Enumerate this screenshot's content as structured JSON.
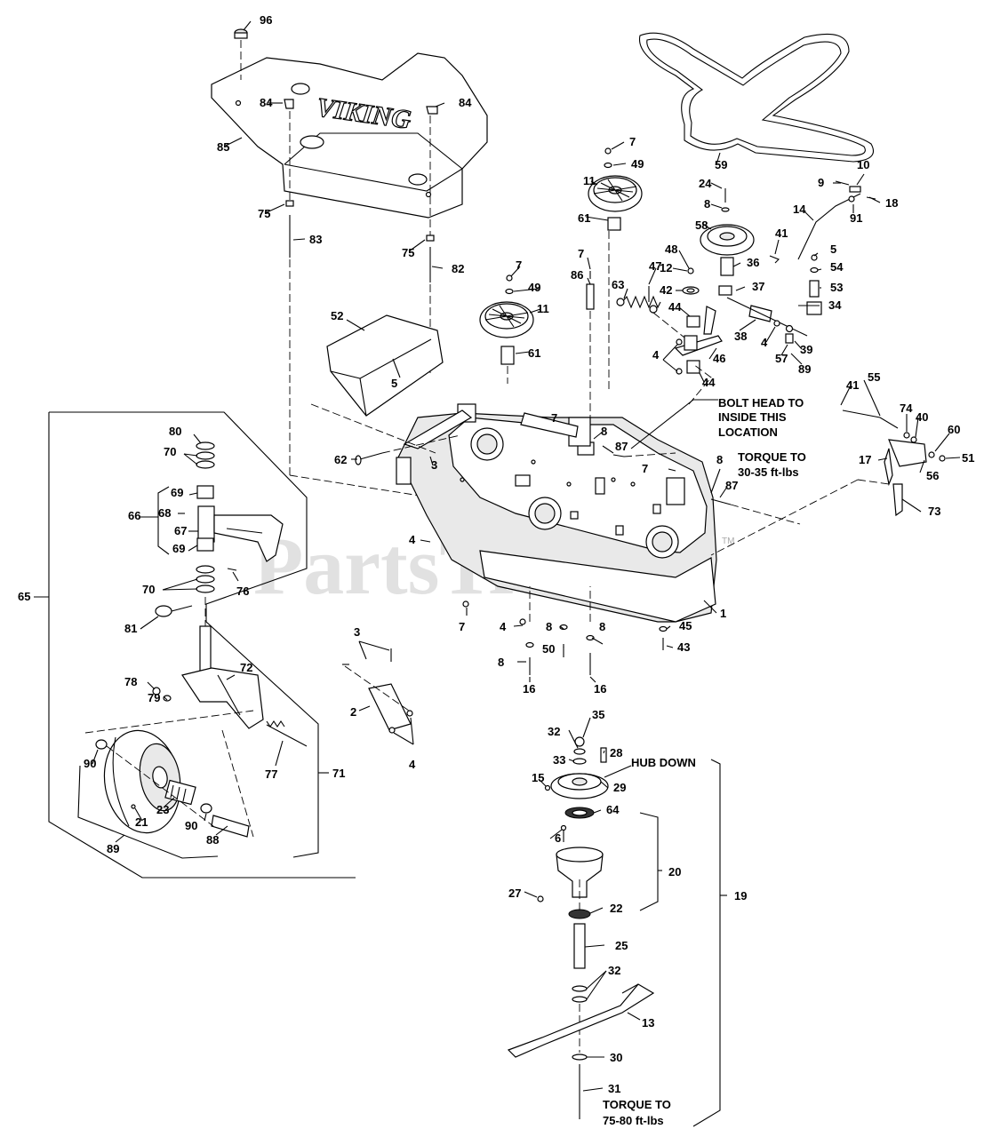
{
  "callouts": [
    {
      "t": "96"
    },
    {
      "t": "84"
    },
    {
      "t": "84"
    },
    {
      "t": "85"
    },
    {
      "t": "75"
    },
    {
      "t": "83"
    },
    {
      "t": "75"
    },
    {
      "t": "82"
    },
    {
      "t": "7"
    },
    {
      "t": "49"
    },
    {
      "t": "11"
    },
    {
      "t": "61"
    },
    {
      "t": "24"
    },
    {
      "t": "8"
    },
    {
      "t": "58"
    },
    {
      "t": "59"
    },
    {
      "t": "9"
    },
    {
      "t": "10"
    },
    {
      "t": "18"
    },
    {
      "t": "14"
    },
    {
      "t": "91"
    },
    {
      "t": "41"
    },
    {
      "t": "5"
    },
    {
      "t": "54"
    },
    {
      "t": "53"
    },
    {
      "t": "34"
    },
    {
      "t": "48"
    },
    {
      "t": "12"
    },
    {
      "t": "42"
    },
    {
      "t": "36"
    },
    {
      "t": "37"
    },
    {
      "t": "47"
    },
    {
      "t": "44"
    },
    {
      "t": "38"
    },
    {
      "t": "4"
    },
    {
      "t": "39"
    },
    {
      "t": "57"
    },
    {
      "t": "89"
    },
    {
      "t": "46"
    },
    {
      "t": "44"
    },
    {
      "t": "4"
    },
    {
      "t": "63"
    },
    {
      "t": "7"
    },
    {
      "t": "86"
    },
    {
      "t": "7"
    },
    {
      "t": "49"
    },
    {
      "t": "11"
    },
    {
      "t": "61"
    },
    {
      "t": "52"
    },
    {
      "t": "5"
    },
    {
      "t": "7"
    },
    {
      "t": "8"
    },
    {
      "t": "87"
    },
    {
      "t": "62"
    },
    {
      "t": "3"
    },
    {
      "t": "41"
    },
    {
      "t": "55"
    },
    {
      "t": "74"
    },
    {
      "t": "40"
    },
    {
      "t": "60"
    },
    {
      "t": "51"
    },
    {
      "t": "17"
    },
    {
      "t": "56"
    },
    {
      "t": "73"
    },
    {
      "t": "7"
    },
    {
      "t": "8"
    },
    {
      "t": "87"
    },
    {
      "t": "80"
    },
    {
      "t": "70"
    },
    {
      "t": "69"
    },
    {
      "t": "66"
    },
    {
      "t": "68"
    },
    {
      "t": "67"
    },
    {
      "t": "69"
    },
    {
      "t": "4"
    },
    {
      "t": "70"
    },
    {
      "t": "76"
    },
    {
      "t": "65"
    },
    {
      "t": "81"
    },
    {
      "t": "1"
    },
    {
      "t": "7"
    },
    {
      "t": "4"
    },
    {
      "t": "8"
    },
    {
      "t": "50"
    },
    {
      "t": "8"
    },
    {
      "t": "45"
    },
    {
      "t": "43"
    },
    {
      "t": "8"
    },
    {
      "t": "16"
    },
    {
      "t": "16"
    },
    {
      "t": "3"
    },
    {
      "t": "72"
    },
    {
      "t": "78"
    },
    {
      "t": "79"
    },
    {
      "t": "2"
    },
    {
      "t": "4"
    },
    {
      "t": "90"
    },
    {
      "t": "77"
    },
    {
      "t": "71"
    },
    {
      "t": "23"
    },
    {
      "t": "90"
    },
    {
      "t": "21"
    },
    {
      "t": "88"
    },
    {
      "t": "89"
    },
    {
      "t": "35"
    },
    {
      "t": "32"
    },
    {
      "t": "28"
    },
    {
      "t": "33"
    },
    {
      "t": "15"
    },
    {
      "t": "29"
    },
    {
      "t": "64"
    },
    {
      "t": "6"
    },
    {
      "t": "20"
    },
    {
      "t": "27"
    },
    {
      "t": "22"
    },
    {
      "t": "19"
    },
    {
      "t": "25"
    },
    {
      "t": "32"
    },
    {
      "t": "13"
    },
    {
      "t": "30"
    },
    {
      "t": "31"
    }
  ],
  "notes": {
    "bolt_head_1": "BOLT HEAD TO",
    "bolt_head_2": "INSIDE THIS",
    "bolt_head_3": "LOCATION",
    "torque_a_1": "TORQUE TO",
    "torque_a_2": "30-35 ft-lbs",
    "hub_down": "HUB DOWN",
    "torque_b_1": "TORQUE TO",
    "torque_b_2": "75-80 ft-lbs"
  },
  "brand_logo": "VIKING",
  "watermark": "PartsTree",
  "watermark_tm": "TM"
}
